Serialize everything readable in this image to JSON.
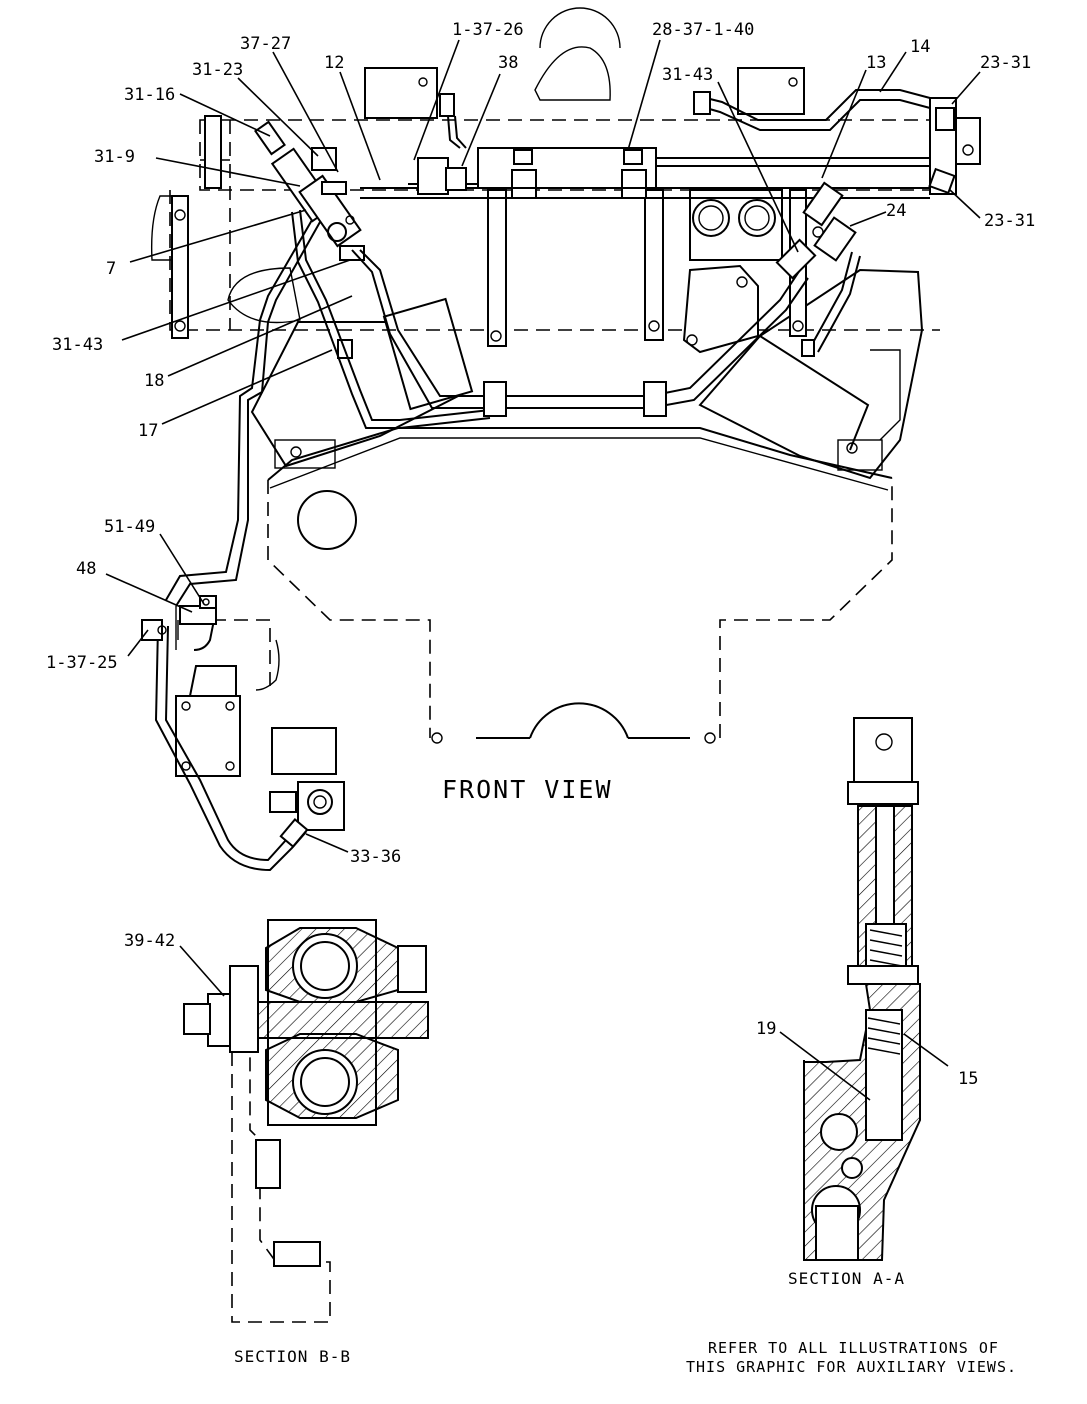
{
  "views": {
    "front_view_title": "FRONT VIEW",
    "section_aa_title": "SECTION A-A",
    "section_bb_title": "SECTION B-B"
  },
  "note": {
    "line1": "REFER TO ALL ILLUSTRATIONS OF",
    "line2": "THIS GRAPHIC FOR AUXILIARY VIEWS."
  },
  "callouts": {
    "c_37_27": "37-27",
    "c_1_37_26": "1-37-26",
    "c_28_37_1_40": "28-37-1-40",
    "c_31_23": "31-23",
    "c_12": "12",
    "c_38": "38",
    "c_31_43_top": "31-43",
    "c_13": "13",
    "c_14": "14",
    "c_23_31_top": "23-31",
    "c_31_16": "31-16",
    "c_31_9": "31-9",
    "c_23_31_right": "23-31",
    "c_24": "24",
    "c_7": "7",
    "c_31_43_left": "31-43",
    "c_18": "18",
    "c_17": "17",
    "c_51_49": "51-49",
    "c_48": "48",
    "c_1_37_25": "1-37-25",
    "c_33_36": "33-36",
    "c_39_42": "39-42",
    "c_19": "19",
    "c_15": "15"
  }
}
